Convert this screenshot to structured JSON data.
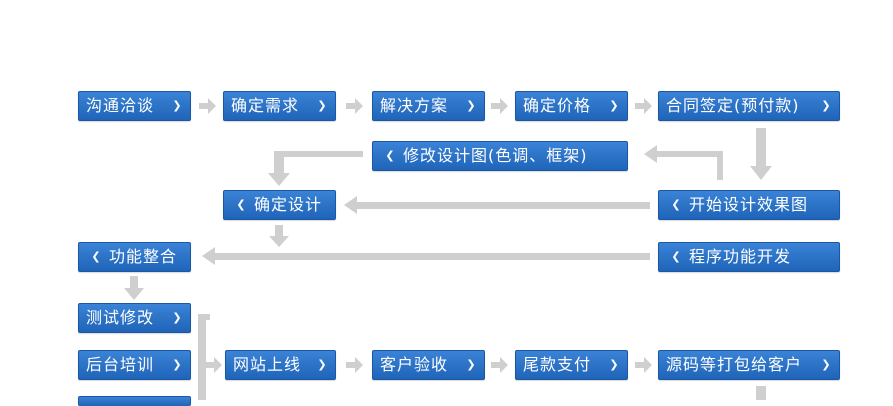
{
  "nodes": {
    "communicate": "沟通洽谈",
    "confirm_needs": "确定需求",
    "solution": "解决方案",
    "confirm_price": "确定价格",
    "contract": "合同签定(预付款)",
    "revise_design": "修改设计图(色调、框架)",
    "confirm_design": "确定设计",
    "start_design": "开始设计效果图",
    "integrate": "功能整合",
    "develop": "程序功能开发",
    "test": "测试修改",
    "training": "后台培训",
    "launch": "网站上线",
    "acceptance": "客户验收",
    "final_payment": "尾款支付",
    "package": "源码等打包给客户"
  },
  "icons": {
    "right": "chevron-right-icon",
    "left": "chevron-left-icon"
  },
  "colors": {
    "node": "#2a6fc4",
    "arrow": "#cfcfcf"
  }
}
